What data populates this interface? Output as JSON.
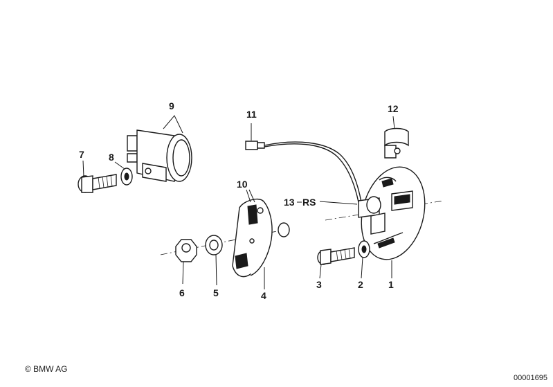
{
  "callouts": {
    "p1": "1",
    "p2": "2",
    "p3": "3",
    "p4": "4",
    "p5": "5",
    "p6": "6",
    "p7": "7",
    "p8": "8",
    "p9": "9",
    "p10": "10",
    "p11": "11",
    "p12": "12",
    "p13": "13",
    "rs": "RS"
  },
  "footer": {
    "copyright": "© BMW AG",
    "reference": "00001695"
  }
}
